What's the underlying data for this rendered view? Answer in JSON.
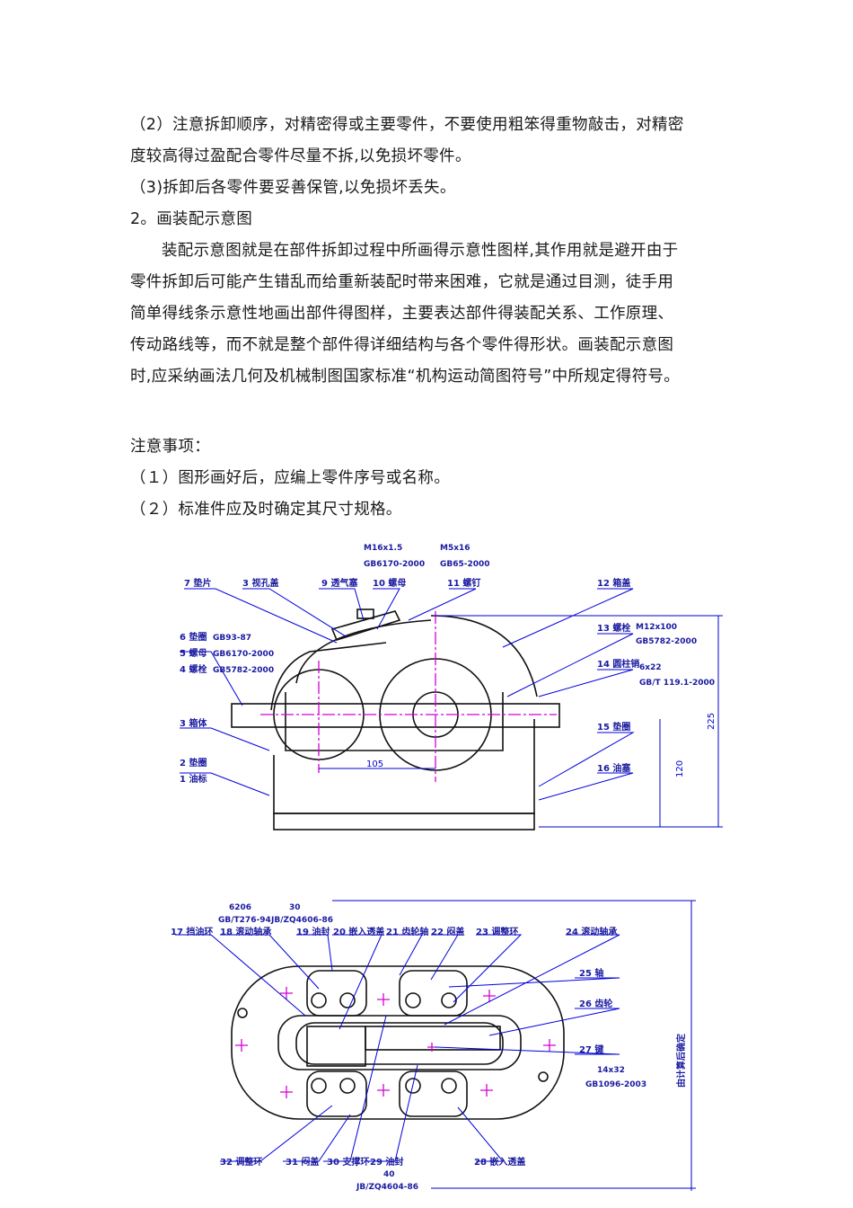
{
  "text": {
    "p1": [
      "（2）注意拆卸顺序，对精密得或主要零件，不要使用粗笨得重物敲击，对精密",
      "度较高得过盈配合零件尽量不拆,以免损坏零件。"
    ],
    "p2": "（3)拆卸后各零件要妥善保管,以免损坏丢失。",
    "h2": "2。画装配示意图",
    "p3": [
      "装配示意图就是在部件拆卸过程中所画得示意性图样,其作用就是避开由于",
      "零件拆卸后可能产生错乱而给重新装配时带来困难，它就是通过目测，徒手用",
      "简单得线条示意性地画出部件得图样，主要表达部件得装配关系、工作原理、",
      "传动路线等，而不就是整个部件得详细结构与各个零件得形状。画装配示意图",
      "时,应采纳画法几何及机械制图国家标准“机构运动简图符号”中所规定得符号。"
    ],
    "notes_title": "注意事项：",
    "note1": "（１）图形画好后，应编上零件序号或名称。",
    "note2": "（２）标准件应及时确定其尺寸规格。"
  },
  "figure1": {
    "labels": [
      "7 垫片",
      "3 视孔盖",
      "9 透气塞",
      "10 螺母",
      "11 螺钉",
      "12 箱盖",
      "13 螺栓",
      "14 圆柱销",
      "6 垫圈",
      "5 螺母",
      "4 螺栓",
      "3 箱体",
      "2 垫圈",
      "1 油标",
      "15 垫圈",
      "16 油塞"
    ],
    "specs": [
      "M16x1.5",
      "GB6170-2000",
      "M5x16",
      "GB65-2000",
      "M12x100",
      "GB5782-2000",
      "GB93-87",
      "GB6170-2000",
      "GB5782-2000",
      "6x22",
      "GB/T 119.1-2000"
    ],
    "dims": [
      "105",
      "120",
      "225"
    ]
  },
  "figure2": {
    "labels": [
      "17 挡油环",
      "18 滚动轴承",
      "19 油封",
      "20 嵌入透盖",
      "21 齿轮轴",
      "22 闷盖",
      "23 调整环",
      "24 滚动轴承",
      "25 轴",
      "26 齿轮",
      "27 键",
      "32 调整环",
      "31 闷盖",
      "30 支撑环",
      "29 油封",
      "28 嵌入透盖"
    ],
    "specs": [
      "6206",
      "GB/T276-94",
      "30",
      "JB/ZQ4606-86",
      "14x32",
      "GB1096-2003",
      "40",
      "JB/ZQ4604-86"
    ],
    "vertical_note": "由计算后确定"
  },
  "colors": {
    "outline": "#111111",
    "leader": "#0000dd",
    "center": "#d400d4",
    "labels": "#1a1aa0"
  }
}
